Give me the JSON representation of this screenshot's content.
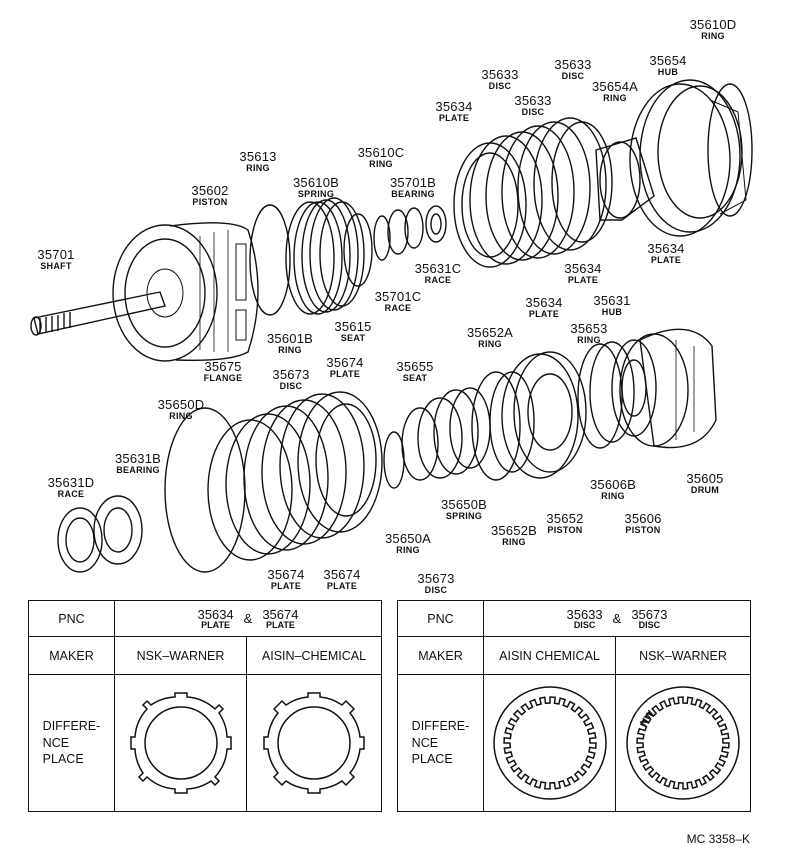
{
  "parts": [
    {
      "num": "35610D",
      "name": "RING"
    },
    {
      "num": "35654",
      "name": "HUB"
    },
    {
      "num": "35633",
      "name": "DISC"
    },
    {
      "num": "35633",
      "name": "DISC"
    },
    {
      "num": "35654A",
      "name": "RING"
    },
    {
      "num": "35633",
      "name": "DISC"
    },
    {
      "num": "35634",
      "name": "PLATE"
    },
    {
      "num": "35613",
      "name": "RING"
    },
    {
      "num": "35610C",
      "name": "RING"
    },
    {
      "num": "35602",
      "name": "PISTON"
    },
    {
      "num": "35610B",
      "name": "SPRING"
    },
    {
      "num": "35701B",
      "name": "BEARING"
    },
    {
      "num": "35701",
      "name": "SHAFT"
    },
    {
      "num": "35631C",
      "name": "RACE"
    },
    {
      "num": "35701C",
      "name": "RACE"
    },
    {
      "num": "35634",
      "name": "PLATE"
    },
    {
      "num": "35634",
      "name": "PLATE"
    },
    {
      "num": "35634",
      "name": "PLATE"
    },
    {
      "num": "35631",
      "name": "HUB"
    },
    {
      "num": "35615",
      "name": "SEAT"
    },
    {
      "num": "35601B",
      "name": "RING"
    },
    {
      "num": "35652A",
      "name": "RING"
    },
    {
      "num": "35653",
      "name": "RING"
    },
    {
      "num": "35674",
      "name": "PLATE"
    },
    {
      "num": "35675",
      "name": "FLANGE"
    },
    {
      "num": "35673",
      "name": "DISC"
    },
    {
      "num": "35655",
      "name": "SEAT"
    },
    {
      "num": "35650D",
      "name": "RING"
    },
    {
      "num": "35631B",
      "name": "BEARING"
    },
    {
      "num": "35605",
      "name": "DRUM"
    },
    {
      "num": "35631D",
      "name": "RACE"
    },
    {
      "num": "35606B",
      "name": "RING"
    },
    {
      "num": "35650B",
      "name": "SPRING"
    },
    {
      "num": "35652",
      "name": "PISTON"
    },
    {
      "num": "35606",
      "name": "PISTON"
    },
    {
      "num": "35652B",
      "name": "RING"
    },
    {
      "num": "35650A",
      "name": "RING"
    },
    {
      "num": "35674",
      "name": "PLATE"
    },
    {
      "num": "35674",
      "name": "PLATE"
    },
    {
      "num": "35673",
      "name": "DISC"
    }
  ],
  "table_left": {
    "pnc_label": "PNC",
    "pnc_a": {
      "num": "35634",
      "name": "PLATE"
    },
    "amp": "&",
    "pnc_b": {
      "num": "35674",
      "name": "PLATE"
    },
    "maker_label": "MAKER",
    "maker_a": "NSK–WARNER",
    "maker_b": "AISIN–CHEMICAL",
    "diff_label": "DIFFERE-\nNCE\nPLACE"
  },
  "table_right": {
    "pnc_label": "PNC",
    "pnc_a": {
      "num": "35633",
      "name": "DISC"
    },
    "amp": "&",
    "pnc_b": {
      "num": "35673",
      "name": "DISC"
    },
    "maker_label": "MAKER",
    "maker_a": "AISIN CHEMICAL",
    "maker_b": "NSK–WARNER",
    "diff_label": "DIFFERE-\nNCE\nPLACE",
    "stamp": "NW"
  },
  "drawing_code": "MC 3358–K"
}
